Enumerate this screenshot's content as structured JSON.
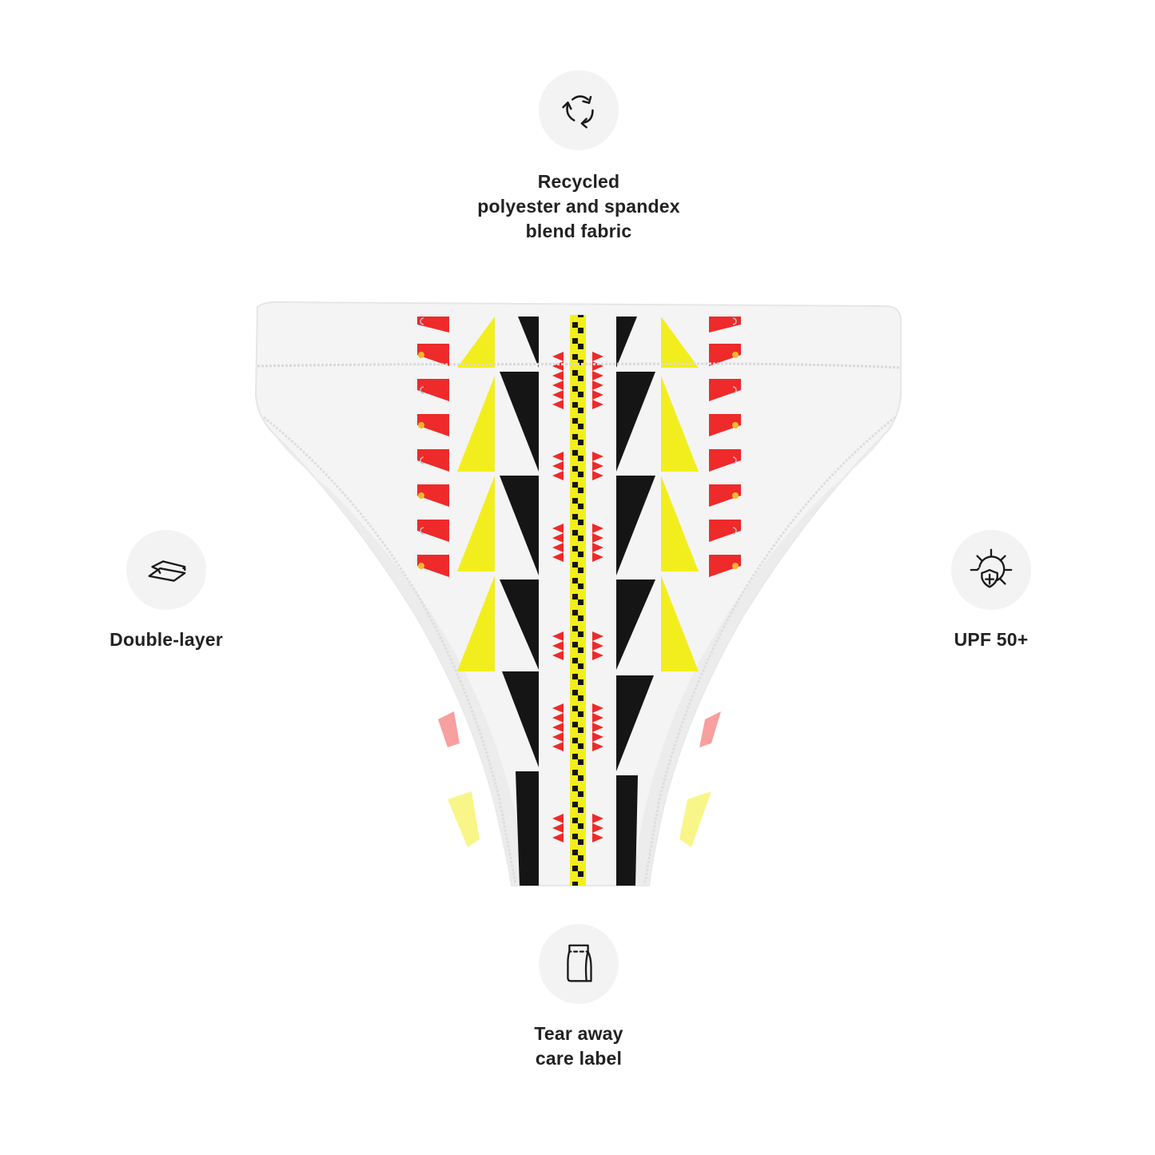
{
  "product": {
    "type": "high-waisted bikini bottom",
    "colors": {
      "fabric": "#f4f4f4",
      "red": "#ee2a2a",
      "yellow": "#f2ee1e",
      "black": "#151515",
      "sun": "#f4b82a",
      "moon": "#b9bdcc",
      "icon_bg": "#f3f3f3",
      "text": "#222222"
    }
  },
  "features": {
    "top": {
      "icon": "recycle-icon",
      "lines": [
        "Recycled",
        "polyester and spandex",
        "blend fabric"
      ]
    },
    "left": {
      "icon": "double-layer-icon",
      "lines": [
        "Double-layer"
      ]
    },
    "right": {
      "icon": "upf-sun-shield-icon",
      "lines": [
        "UPF 50+"
      ]
    },
    "bottom": {
      "icon": "care-label-icon",
      "lines": [
        "Tear away",
        "care label"
      ]
    }
  }
}
